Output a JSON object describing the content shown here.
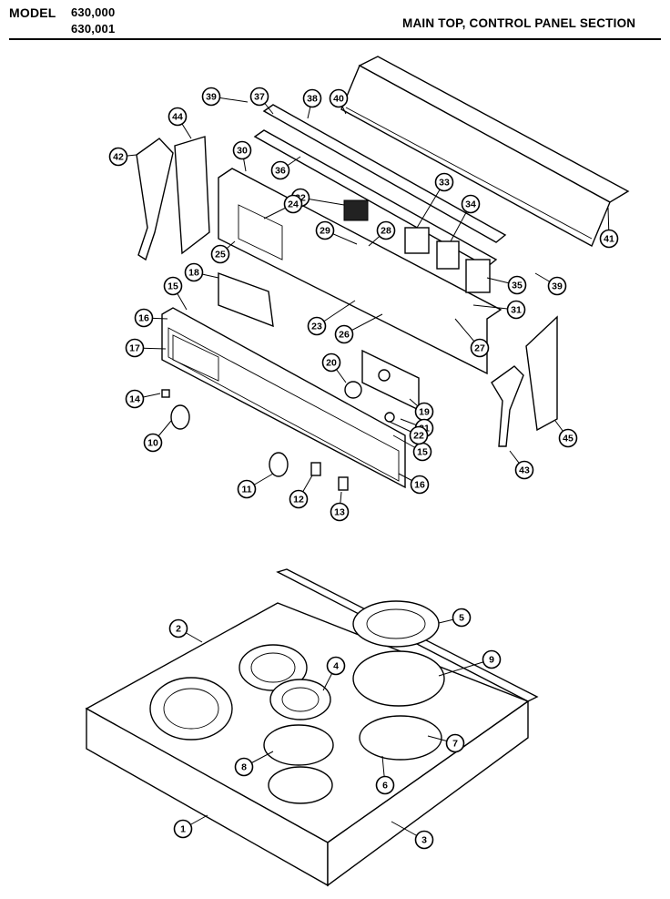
{
  "header": {
    "model_label": "MODEL",
    "model_numbers": [
      "630,000",
      "630,001"
    ],
    "section_title": "MAIN TOP, CONTROL PANEL SECTION"
  },
  "callouts": [
    "39",
    "37",
    "38",
    "40",
    "44",
    "42",
    "30",
    "36",
    "33",
    "32",
    "24",
    "29",
    "28",
    "34",
    "41",
    "25",
    "18",
    "35",
    "39",
    "15",
    "23",
    "26",
    "16",
    "17",
    "31",
    "27",
    "20",
    "14",
    "19",
    "21",
    "10",
    "15",
    "22",
    "45",
    "11",
    "12",
    "16",
    "43",
    "13",
    "5",
    "2",
    "4",
    "9",
    "7",
    "8",
    "6",
    "1",
    "3"
  ]
}
